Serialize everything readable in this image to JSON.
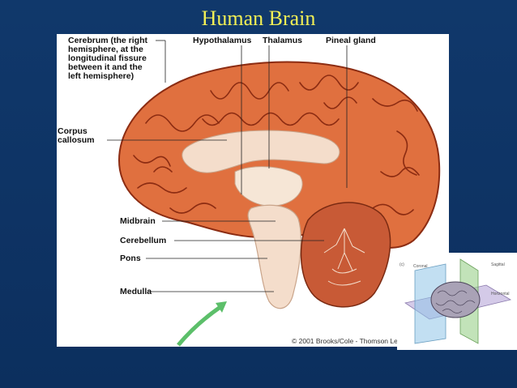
{
  "slide": {
    "title": "Human Brain",
    "background_color": "#10386b",
    "title_color": "#f3f055"
  },
  "figure": {
    "labels": {
      "cerebrum_line1": "Cerebrum (the right",
      "cerebrum_line2": "hemisphere, at the",
      "cerebrum_line3": "longitudinal fissure",
      "cerebrum_line4": "between it and the",
      "cerebrum_line5": "left hemisphere)",
      "hypothalamus": "Hypothalamus",
      "thalamus": "Thalamus",
      "pineal_gland": "Pineal gland",
      "corpus_line1": "Corpus",
      "corpus_line2": "callosum",
      "midbrain": "Midbrain",
      "cerebellum": "Cerebellum",
      "pons": "Pons",
      "medulla": "Medulla"
    },
    "copyright": "© 2001 Brooks/Cole - Thomson Le",
    "colors": {
      "cortex": "#e0703f",
      "gyri_lines": "#8c2c12",
      "white_matter": "#f4ddcb",
      "cerebellum": "#c85a36",
      "arrow": "#5cbf6a"
    }
  },
  "inset": {
    "panel_letter": "(c)",
    "plane_coronal": "Coronal",
    "plane_sagittal": "Sagittal",
    "plane_horizontal": "Horizontal"
  }
}
